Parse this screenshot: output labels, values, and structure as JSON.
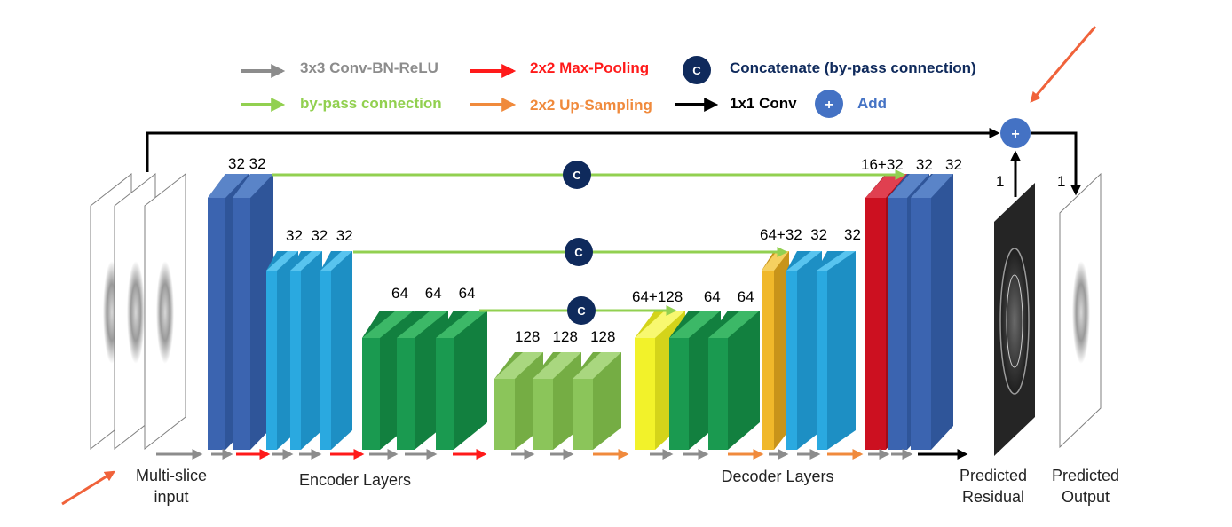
{
  "legend": {
    "conv_label": "3x3 Conv-BN-ReLU",
    "maxpool_label": "2x2 Max-Pooling",
    "concat_symbol": "C",
    "concat_label": "Concatenate (by-pass connection)",
    "bypass_label": "by-pass connection",
    "upsample_label": "2x2 Up-Sampling",
    "conv1x1_label": "1x1 Conv",
    "add_symbol": "+",
    "add_label": "Add"
  },
  "channels": {
    "enc1": "32 32",
    "enc2": "32  32  32",
    "enc3": "64    64    64",
    "bottleneck": "128   128   128",
    "dec3": "64+128     64    64",
    "dec2": "64+32  32    32",
    "dec1": "16+32   32   32",
    "residual": "1",
    "output": "1"
  },
  "nodes": {
    "concat": "C",
    "add": "+"
  },
  "captions": {
    "input": [
      "Multi-slice",
      "input"
    ],
    "encoder": "Encoder Layers",
    "decoder": "Decoder Layers",
    "residual": [
      "Predicted",
      "Residual"
    ],
    "output": [
      "Predicted",
      "Output"
    ]
  },
  "colors": {
    "conv_arrow": "#8c8c8c",
    "maxpool_arrow": "#ff1a1a",
    "bypass_arrow": "#92d050",
    "upsample_arrow": "#f08a3c",
    "conv1x1_arrow": "#000000",
    "concat_node": "#0f2a5c",
    "add_node": "#4472c4",
    "pointer_arrow": "#f0623a",
    "level1_block": "#3b64b0",
    "level2_block": "#2aa9e0",
    "level3_block": "#1a9a50",
    "bottleneck_block": "#8bc55a",
    "upsample_block_l3": "#f2f22a",
    "upsample_block_l2": "#f0b82a",
    "upsample_block_l1": "#cc1020"
  }
}
